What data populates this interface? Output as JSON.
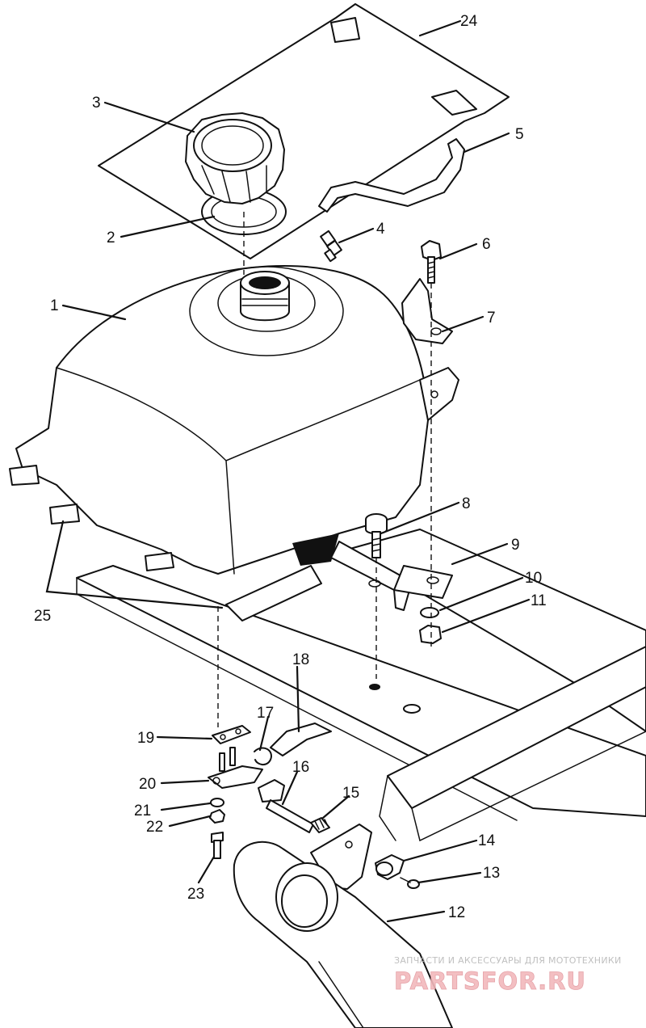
{
  "callouts": [
    {
      "id": "c1",
      "text": "1"
    },
    {
      "id": "c2",
      "text": "2"
    },
    {
      "id": "c3",
      "text": "3"
    },
    {
      "id": "c4",
      "text": "4"
    },
    {
      "id": "c5",
      "text": "5"
    },
    {
      "id": "c6",
      "text": "6"
    },
    {
      "id": "c7",
      "text": "7"
    },
    {
      "id": "c8",
      "text": "8"
    },
    {
      "id": "c9",
      "text": "9"
    },
    {
      "id": "c10",
      "text": "10"
    },
    {
      "id": "c11",
      "text": "11"
    },
    {
      "id": "c12",
      "text": "12"
    },
    {
      "id": "c13",
      "text": "13"
    },
    {
      "id": "c14",
      "text": "14"
    },
    {
      "id": "c15",
      "text": "15"
    },
    {
      "id": "c16",
      "text": "16"
    },
    {
      "id": "c17",
      "text": "17"
    },
    {
      "id": "c18",
      "text": "18"
    },
    {
      "id": "c19",
      "text": "19"
    },
    {
      "id": "c20",
      "text": "20"
    },
    {
      "id": "c21",
      "text": "21"
    },
    {
      "id": "c22",
      "text": "22"
    },
    {
      "id": "c23",
      "text": "23"
    },
    {
      "id": "c24",
      "text": "24"
    },
    {
      "id": "c25",
      "text": "25"
    }
  ],
  "watermark": {
    "tagline": "ЗАПЧАСТИ И АКСЕССУАРЫ ДЛЯ МОТОТЕХНИКИ",
    "brand": "PARTSFOR.RU",
    "color": "#e39aa0"
  }
}
